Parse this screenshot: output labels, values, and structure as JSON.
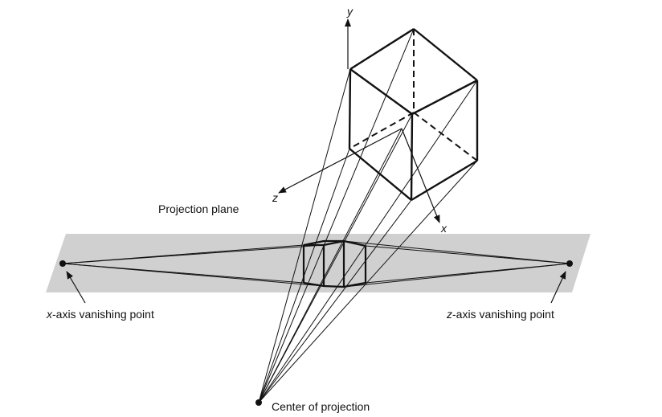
{
  "labels": {
    "projection_plane": "Projection plane",
    "center_of_projection": "Center of projection",
    "x_vp_var": "x",
    "x_vp_rest": "-axis vanishing point",
    "z_vp_var": "z",
    "z_vp_rest": "-axis vanishing point"
  },
  "axes": {
    "y": "y",
    "x": "x",
    "z": "z"
  },
  "colors": {
    "plane_fill": "#d0d0d0",
    "line": "#111111",
    "background": "#ffffff"
  }
}
